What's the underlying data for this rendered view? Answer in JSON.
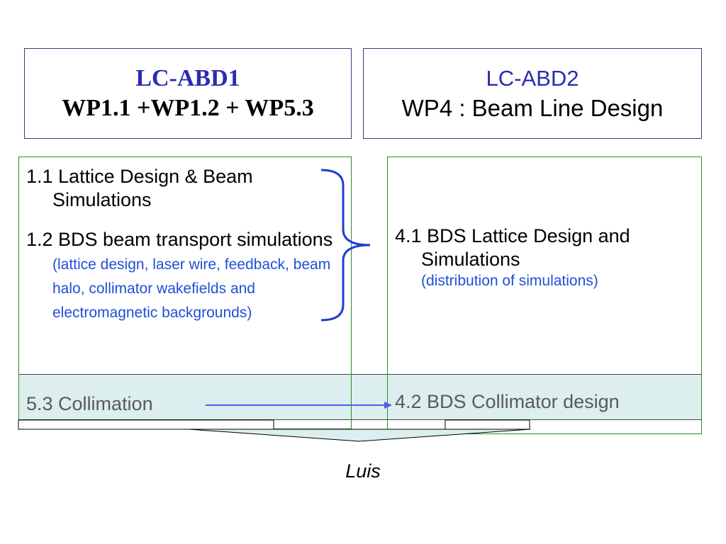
{
  "left_header": {
    "line1": "LC-ABD1",
    "line2": "WP1.1 +WP1.2 + WP5.3"
  },
  "right_header": {
    "line1": "LC-ABD2",
    "line2": "WP4 : Beam Line Design"
  },
  "left_panel": {
    "item1": "1.1 Lattice Design & Beam Simulations",
    "item2_main": "1.2 BDS beam transport simulations",
    "item2_note": "(lattice design, laser wire, feedback, beam halo, collimator wakefields and electromagnetic backgrounds)"
  },
  "right_panel": {
    "item1_main": "4.1 BDS Lattice Design and Simulations",
    "item1_note": "(distribution of simulations)"
  },
  "band": {
    "left_label": "5.3 Collimation",
    "right_label": "4.2 BDS Collimator design"
  },
  "footer_name": "Luis",
  "colors": {
    "title_blue": "#2b2bb0",
    "note_blue": "#1f4fd6",
    "band_fill": "#dceeee",
    "green_border": "#2e8b2e",
    "arrow_blue": "#4a5fe0"
  }
}
